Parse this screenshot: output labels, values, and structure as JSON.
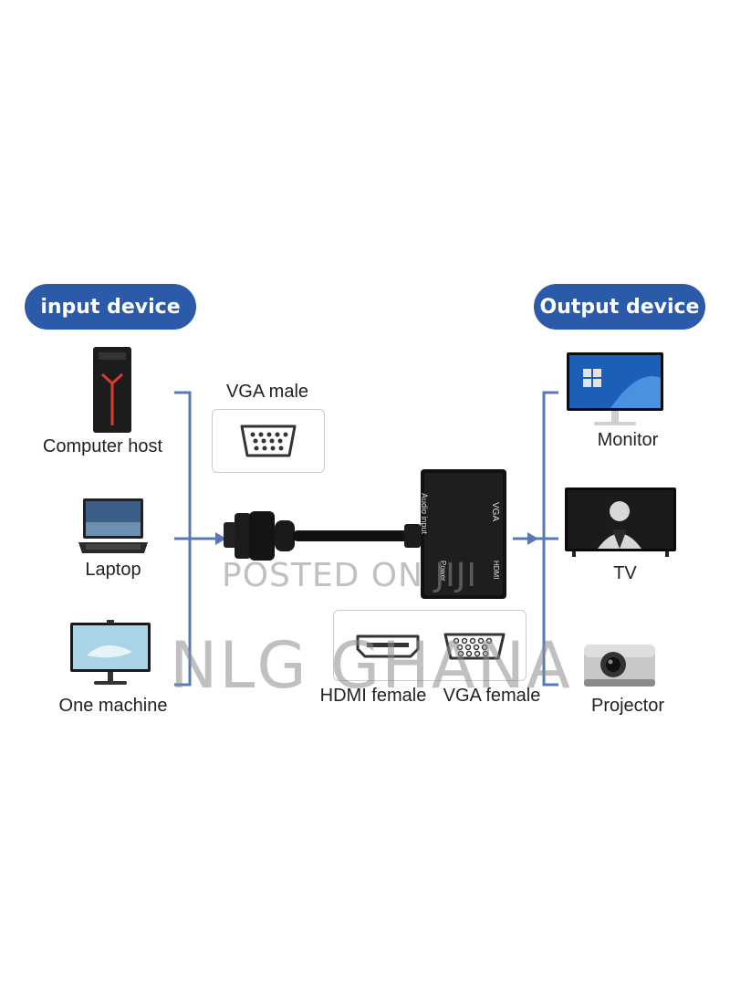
{
  "input_header": "input device",
  "output_header": "Output device",
  "inputs": [
    "Computer host",
    "Laptop",
    "One machine"
  ],
  "outputs": [
    "Monitor",
    "TV",
    "Projector"
  ],
  "connectors": {
    "vga_male": "VGA male",
    "hdmi_female": "HDMI female",
    "vga_female": "VGA female"
  },
  "adapter_labels": {
    "audio": "Audio input",
    "vga": "VGA",
    "hdmi": "HDMI",
    "power": "Power"
  },
  "watermark": {
    "posted": "POSTED ON JIJI",
    "seller": "NLG GHANA"
  },
  "colors": {
    "accent_blue": "#2b5aa8",
    "bracket_blue": "#5a78b5",
    "adapter_black": "#111111"
  }
}
